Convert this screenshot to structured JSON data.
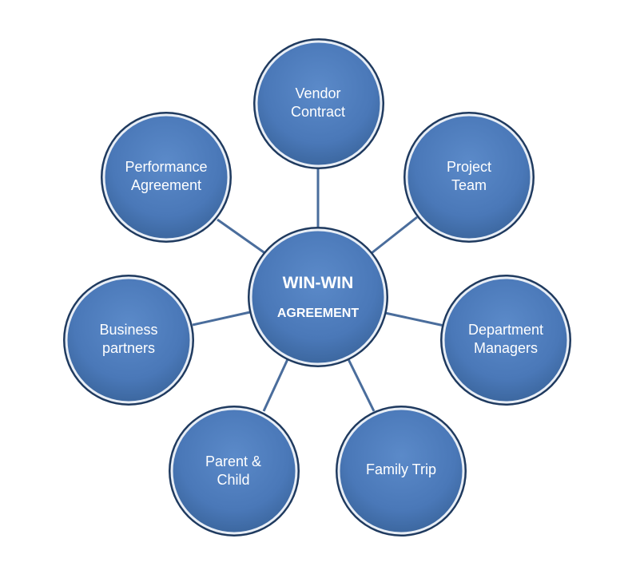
{
  "hub": {
    "line1": "WIN-WIN",
    "line2": "AGREEMENT"
  },
  "nodes": [
    {
      "line1": "Vendor",
      "line2": "Contract"
    },
    {
      "line1": "Project",
      "line2": "Team"
    },
    {
      "line1": "Department",
      "line2": "Managers"
    },
    {
      "line1": "Family Trip",
      "line2": ""
    },
    {
      "line1": "Parent &",
      "line2": "Child"
    },
    {
      "line1": "Business",
      "line2": "partners"
    },
    {
      "line1": "Performance",
      "line2": "Agreement"
    }
  ],
  "colors": {
    "fill": "#4a78b8",
    "ring": "#1f3a5f",
    "connector": "#4a6d9c",
    "text": "#ffffff"
  }
}
